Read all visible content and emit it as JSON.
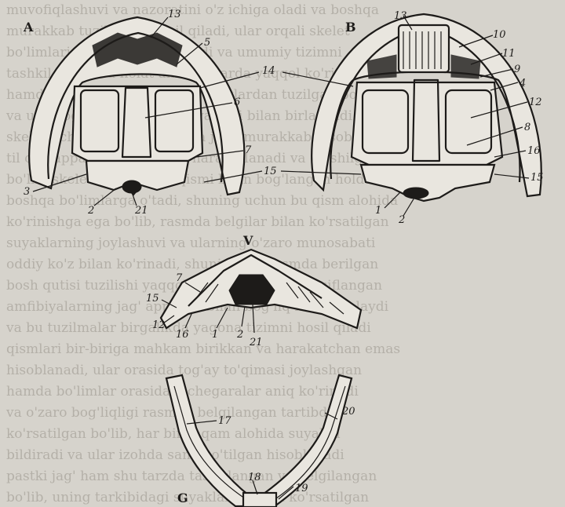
{
  "background_text": [
    "muvofiqlashuvi va nazoratini o'z ichiga oladi va boshqa",
    "murakkab tuzilmalar hosil qiladi, ular orqali skelet",
    "bo'limlari bir-biriga bog'lanadi va umumiy tizimni",
    "tashkil etadi, bu holat amfibiyalarda yaqqol ko'rinadi",
    "hamda bosh skeleti ko'plab suyaklardan tuzilgan bo'ladi",
    "va ular tog'ay hamda teri suyaklari bilan birlashadi",
    "skeleti ichki tuzilishi bo'yicha juda murakkab hisoblanadi",
    "til osti apparati bilan birga harakatlanadi va qo'shilgan",
    "bo'lib, skeletning oldingi qismi bilan bog'langan holda",
    "boshqa bo'limlarga o'tadi, shuning uchun bu qism alohida",
    "ko'rinishga ega bo'lib, rasmda belgilar bilan ko'rsatilgan",
    "suyaklarning joylashuvi va ularning o'zaro munosabati",
    "oddiy ko'z bilan ko'rinadi, shuningdek rasmda berilgan",
    "bosh qutisi tuzilishi yaqqol tasvirlangan va tavsiflangan",
    "amfibiyalarning jag' apparati bilan bog'liq holda ishlaydi",
    "va bu tuzilmalar birgalikda yagona tizimni hosil qiladi",
    "qismlari bir-biriga mahkam birikkan va harakatchan emas",
    "hisoblanadi, ular orasida tog'ay to'qimasi joylashgan",
    "hamda bo'limlar orasidagi chegaralar aniq ko'rinadi",
    "va o'zaro bog'liqligi rasmda belgilangan tartibda",
    "ko'rsatilgan bo'lib, har bir raqam alohida suyakni",
    "bildiradi va ular izohda sanab o'tilgan hisoblanadi",
    "pastki jag' ham shu tarzda tasvirlangan va belgilangan",
    "bo'lib, uning tarkibidagi suyaklar alohida ko'rsatilgan"
  ],
  "panels": {
    "A": "A",
    "B": "B",
    "V": "V",
    "G": "G"
  },
  "labels_A": [
    "13",
    "5",
    "14",
    "6",
    "7",
    "15",
    "3",
    "2",
    "21"
  ],
  "labels_B": [
    "13",
    "10",
    "11",
    "9",
    "4",
    "12",
    "8",
    "16",
    "15",
    "1",
    "2"
  ],
  "labels_V": [
    "7",
    "15",
    "12",
    "16",
    "1",
    "2",
    "21"
  ],
  "labels_G": [
    "17",
    "20",
    "18",
    "19"
  ]
}
